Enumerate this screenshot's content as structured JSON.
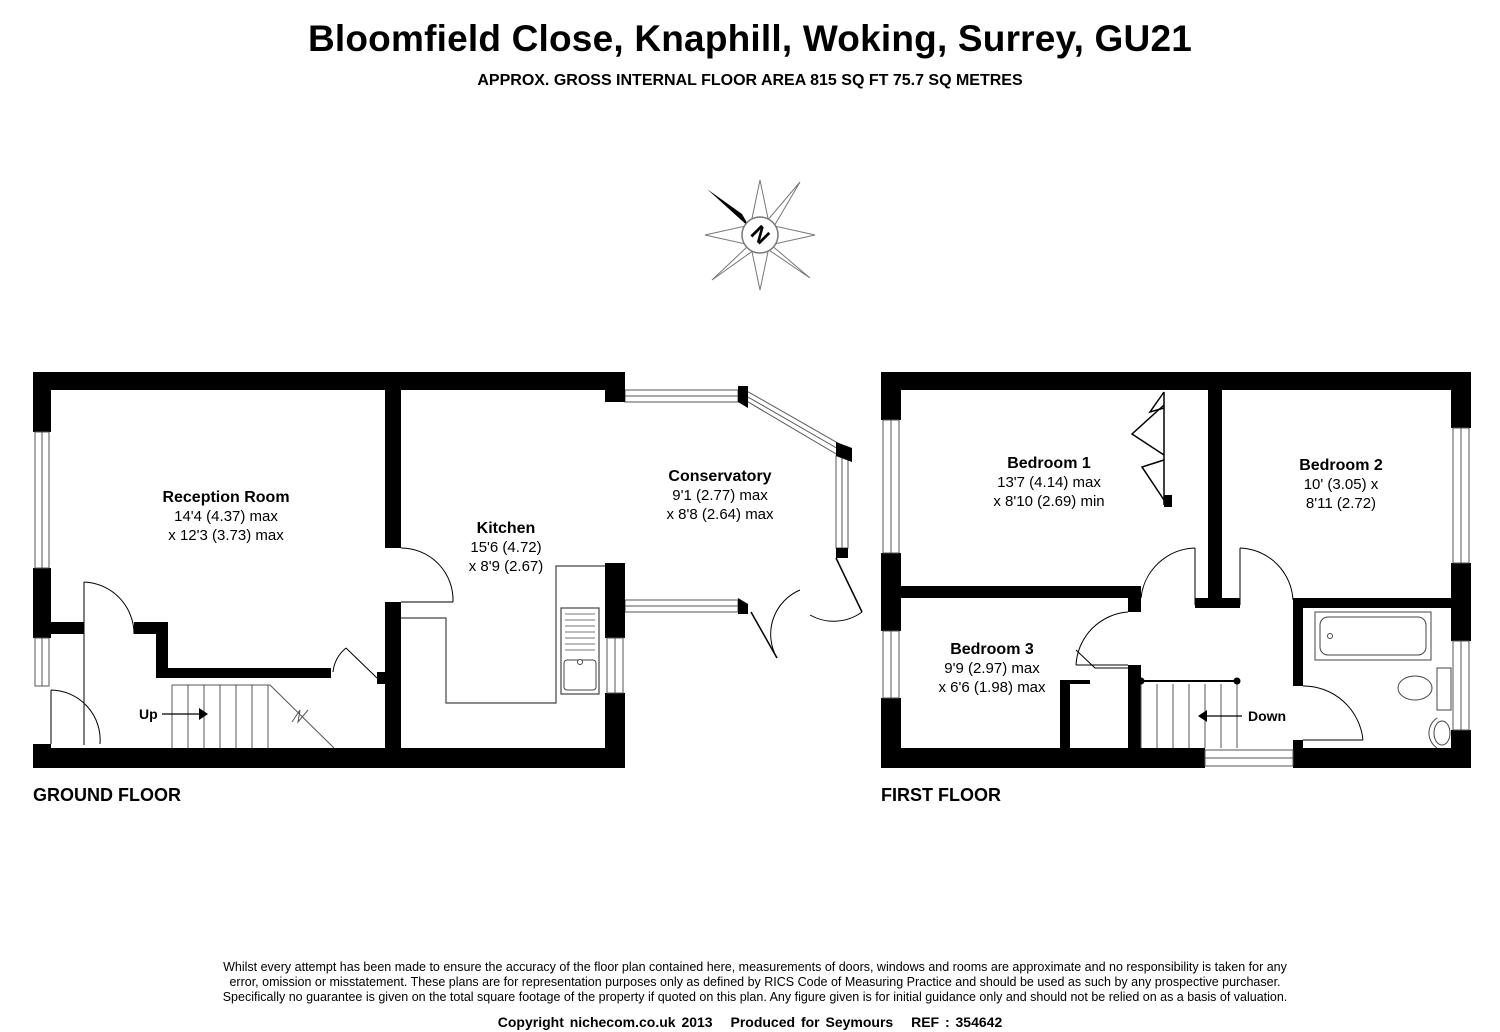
{
  "header": {
    "title": "Bloomfield Close, Knaphill, Woking, Surrey, GU21",
    "subtitle": "APPROX. GROSS INTERNAL FLOOR AREA 815 SQ FT 75.7 SQ METRES"
  },
  "compass": {
    "icon": "compass-north-icon",
    "letter": "N"
  },
  "ground_floor": {
    "label": "GROUND FLOOR",
    "rooms": {
      "reception": {
        "name": "Reception Room",
        "dim1": "14'4 (4.37) max",
        "dim2": "x 12'3 (3.73) max"
      },
      "kitchen": {
        "name": "Kitchen",
        "dim1": "15'6 (4.72)",
        "dim2": "x 8'9 (2.67)"
      },
      "conservatory": {
        "name": "Conservatory",
        "dim1": "9'1 (2.77) max",
        "dim2": "x 8'8 (2.64) max"
      }
    },
    "stairs_label": "Up"
  },
  "first_floor": {
    "label": "FIRST FLOOR",
    "rooms": {
      "bedroom1": {
        "name": "Bedroom 1",
        "dim1": "13'7 (4.14) max",
        "dim2": "x 8'10 (2.69) min"
      },
      "bedroom2": {
        "name": "Bedroom 2",
        "dim1": "10' (3.05) x",
        "dim2": "8'11 (2.72)"
      },
      "bedroom3": {
        "name": "Bedroom 3",
        "dim1": "9'9 (2.97) max",
        "dim2": "x 6'6 (1.98) max"
      }
    },
    "stairs_label": "Down"
  },
  "disclaimer": {
    "line1": "Whilst every attempt has been made to ensure the accuracy of the floor plan contained here, measurements of doors, windows and rooms are approximate and no responsibility is taken for any",
    "line2": "error, omission or misstatement. These plans are for representation purposes only as defined by RICS Code of Measuring Practice and should be used as such by any prospective purchaser.",
    "line3": "Specifically no guarantee is given on the total square footage of the property if quoted on this plan. Any figure given is for initial guidance only and should not be relied on as a basis of valuation."
  },
  "footer": {
    "copyright": "Copyright nichecom.co.uk 2013",
    "produced": "Produced for Seymours",
    "ref": "REF :  354642"
  }
}
